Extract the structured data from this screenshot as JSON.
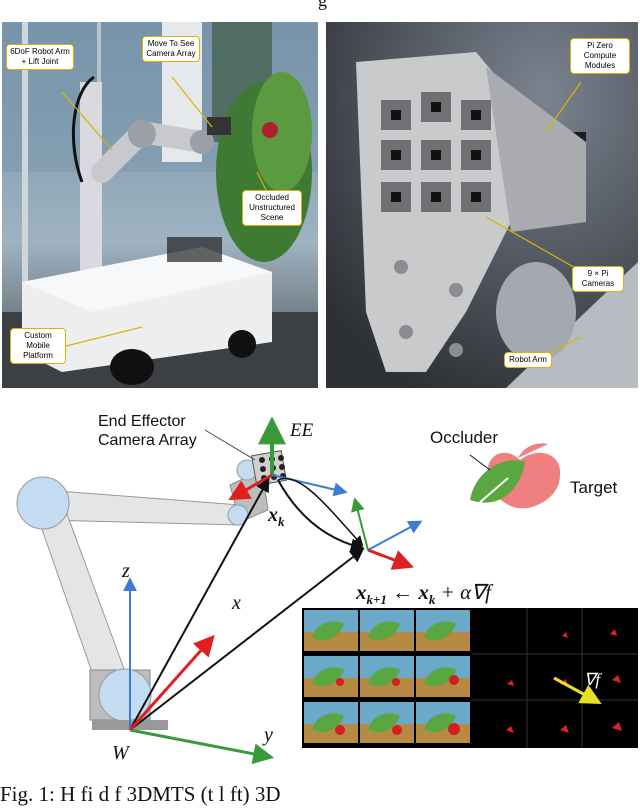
{
  "top_caption_fragment": "g",
  "photo_left": {
    "callouts": {
      "robot_arm": "6DoF Robot Arm + Lift Joint",
      "move": "Move To See Camera Array",
      "scene": "Occluded Unstructured Scene",
      "platform": "Custom Mobile Platform"
    }
  },
  "photo_right": {
    "callouts": {
      "pi_zero": "Pi Zero Compute Modules",
      "cameras": "9 × Pi Cameras",
      "robot_arm": "Robot Arm"
    }
  },
  "diagram": {
    "ee_camera_label_line1": "End Effector",
    "ee_camera_label_line2": "Camera Array",
    "ee_label": "EE",
    "xk_label": "x",
    "xk_sub": "k",
    "z_label": "z",
    "x_label": "x",
    "y_label": "y",
    "w_label": "W",
    "update_rule": "x",
    "update_rule_full": "x_{k+1} ← x_k + α∇f",
    "occluder_label": "Occluder",
    "target_label": "Target",
    "grad_label": "∇f"
  },
  "bottom_caption_fragment": "Fig. 1: H            fi       d f   3DMTS (t    l ft)  3D",
  "colors": {
    "callout_border": "#d9b400",
    "axis_green": "#3a9a3a",
    "axis_red": "#e02020",
    "axis_blue": "#3b7bd4",
    "leaf_green": "#5aa640",
    "apple_red": "#f08080"
  }
}
